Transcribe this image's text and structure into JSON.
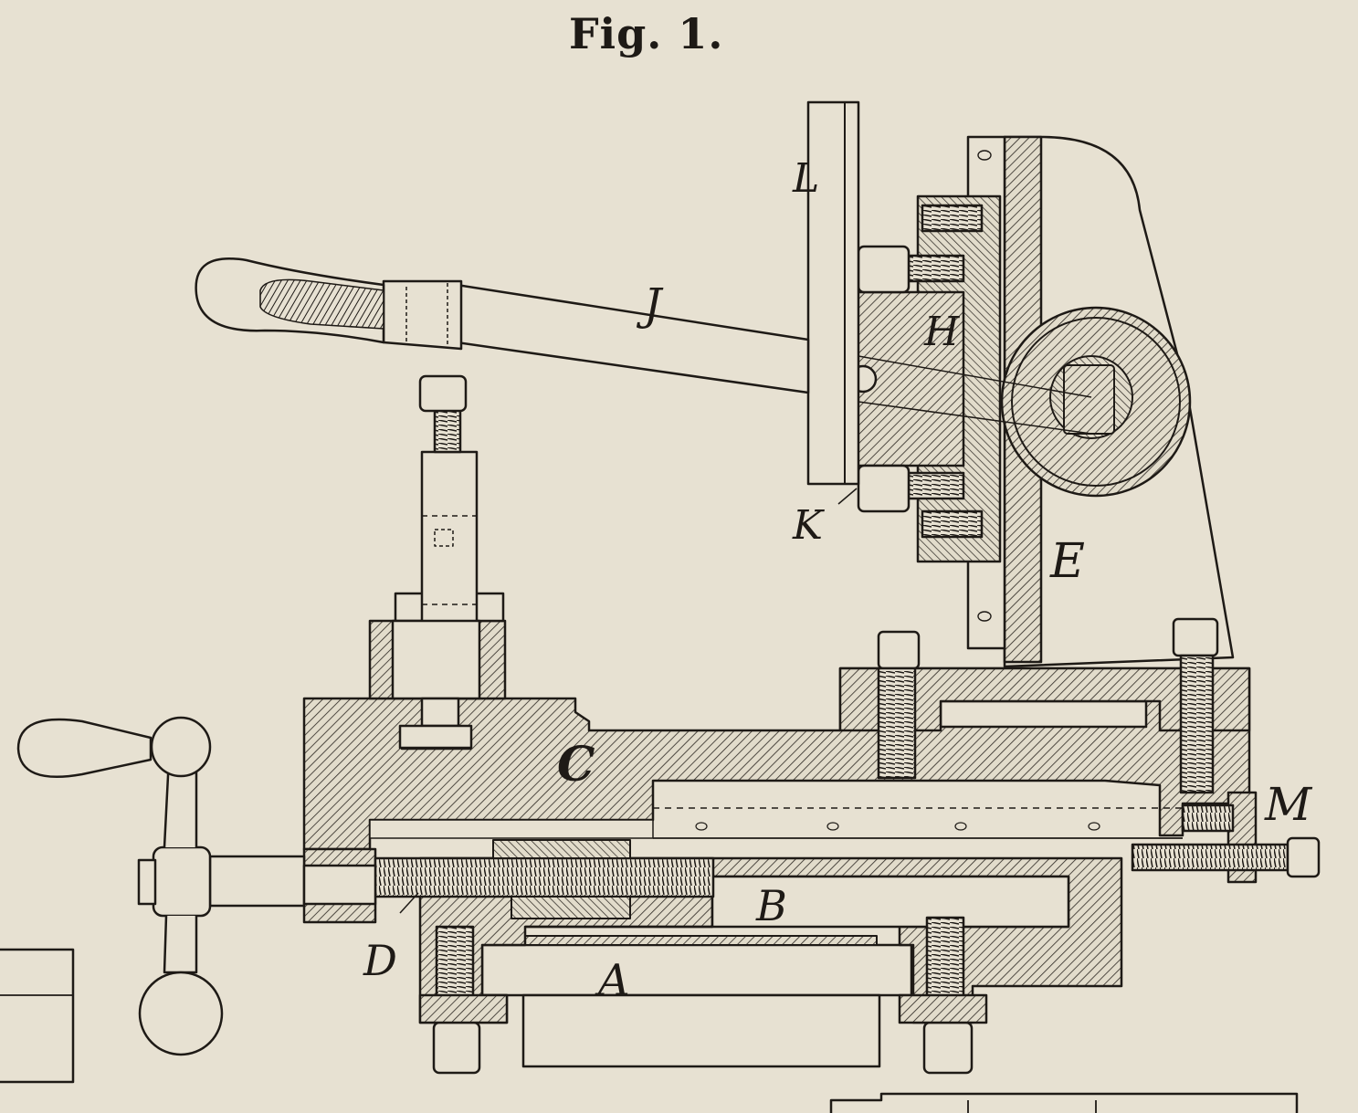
{
  "figure": {
    "title": "Fig. 1."
  },
  "part_labels": {
    "A": "A",
    "B": "B",
    "C": "C",
    "D": "D",
    "E": "E",
    "H": "H",
    "J": "J",
    "K": "K",
    "L": "L",
    "M": "M"
  },
  "colors": {
    "paper": "#e7e1d2",
    "ink": "#1e1a16"
  }
}
